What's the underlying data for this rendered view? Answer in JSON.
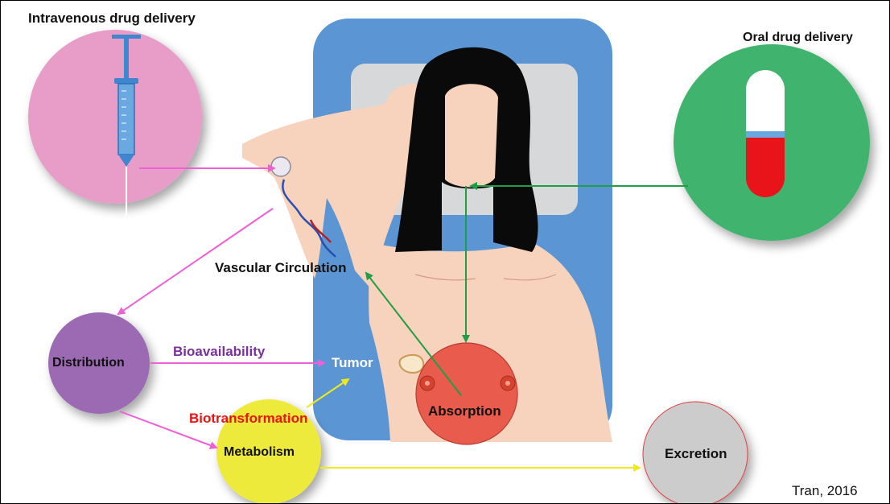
{
  "diagram": {
    "labels": {
      "intravenous": "Intravenous drug delivery",
      "oral": "Oral drug delivery",
      "vascular": "Vascular Circulation",
      "distribution": "Distribution",
      "bioavailability": "Bioavailability",
      "tumor": "Tumor",
      "biotransformation": "Biotransformation",
      "metabolism": "Metabolism",
      "absorption": "Absorption",
      "excretion": "Excretion"
    },
    "credit": "Tran, 2016",
    "colors": {
      "intravenous_circle": "#e89cc8",
      "oral_circle": "#3fb46e",
      "distribution_circle": "#9b6ab3",
      "metabolism_circle": "#eeea3a",
      "absorption_circle": "#e95b4c",
      "excretion_circle": "#cccccc",
      "phone_body": "#5b95d3",
      "pink_arrow": "#ef5fd6",
      "green_arrow": "#1f9e45",
      "yellow_arrow": "#f0ea1c",
      "bioavailability_text": "#7b2fa0",
      "biotransformation_text": "#ee1111"
    },
    "icons": [
      "syringe-icon",
      "capsule-icon"
    ]
  }
}
